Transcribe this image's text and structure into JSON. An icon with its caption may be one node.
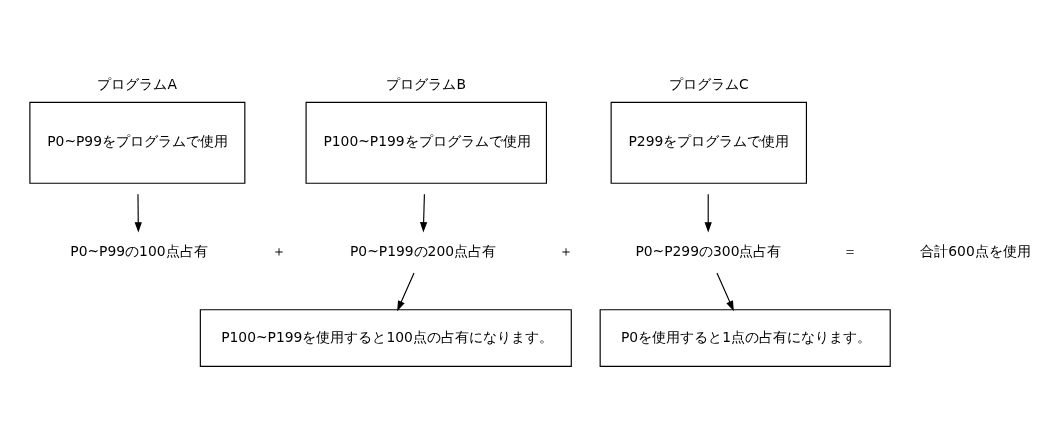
{
  "diagram": {
    "nodes": [
      {
        "text": [
          "プログラムA",
          "P0~P99をプログラムで使用"
        ]
      },
      {
        "text": [
          "プログラムB",
          "P100~P199をプログラムで使用"
        ]
      },
      {
        "text": [
          "プログラムC",
          "P299をプログラムで使用"
        ]
      },
      {
        "text": [
          "P0~P99の100点占有"
        ]
      },
      {
        "text": [
          "P0~P199の200点占有"
        ]
      },
      {
        "text": [
          "P0~P299の300点占有"
        ]
      },
      {
        "text": [
          "P100~P199を使用すると100点の占有になります。"
        ]
      },
      {
        "text": [
          "P0を使用すると1点の占有になります。"
        ]
      }
    ],
    "edges": [
      {
        "from": 0,
        "to": 3,
        "arrow": "to"
      },
      {
        "from": 1,
        "to": 4,
        "arrow": "to"
      },
      {
        "from": 2,
        "to": 5,
        "arrow": "to"
      },
      {
        "from": 4,
        "to": 6,
        "arrow": "to"
      },
      {
        "from": 5,
        "to": 7,
        "arrow": "to"
      }
    ],
    "labels": [
      "＋",
      "＋",
      "＝",
      "合計600点を使用"
    ]
  }
}
